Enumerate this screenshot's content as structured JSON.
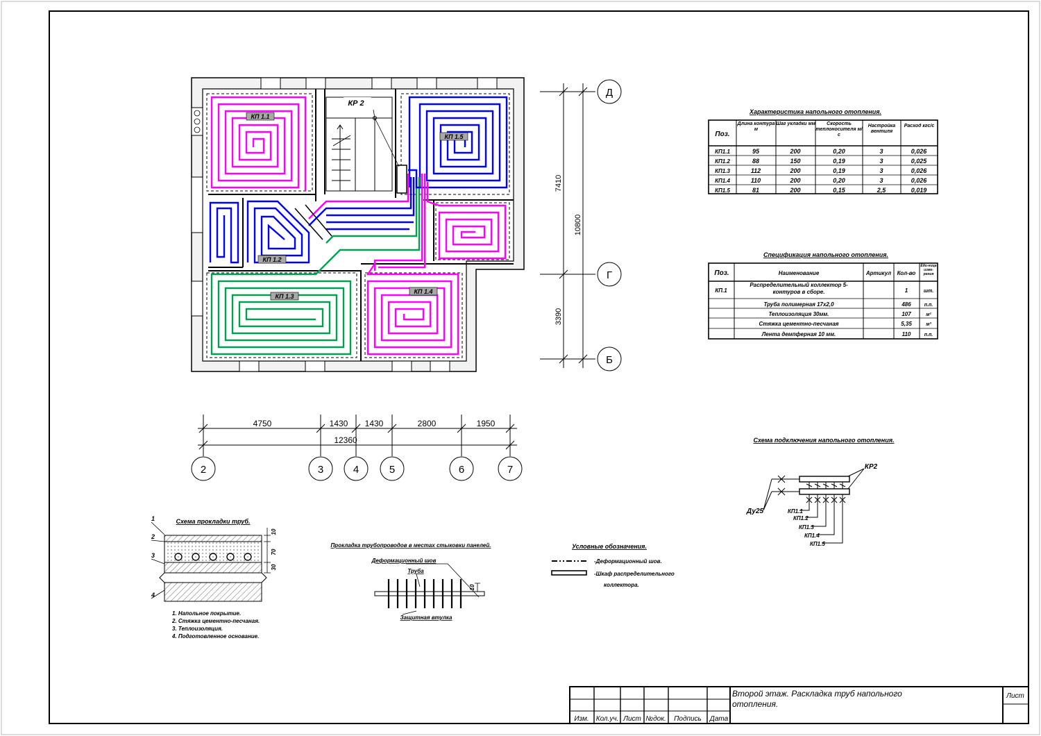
{
  "plan": {
    "loops": [
      {
        "id": "КП 1.1"
      },
      {
        "id": "КП 1.2"
      },
      {
        "id": "КП 1.3"
      },
      {
        "id": "КП 1.4"
      },
      {
        "id": "КП 1.5"
      }
    ],
    "collector": "КР 2",
    "colors": {
      "magenta": "#ff00ff",
      "blue": "#0000ff",
      "green": "#00a050"
    }
  },
  "axes": {
    "vertical": [
      "Д",
      "Г",
      "Б"
    ],
    "vertical_dims": [
      "7410",
      "10800",
      "3390"
    ],
    "horizontal": [
      "2",
      "3",
      "4",
      "5",
      "6",
      "7"
    ],
    "horizontal_dims": [
      "4750",
      "1430",
      "1430",
      "2800",
      "1950"
    ],
    "total": "12360"
  },
  "char_table": {
    "title": "Характеристика напольного отопления.",
    "headers": [
      "Поз.",
      "Длина контура м",
      "Шаг укладки мм",
      "Скорость теплоносителя м/с",
      "Настройка вентиля",
      "Расход кгс/с"
    ],
    "rows": [
      [
        "КП1.1",
        "95",
        "200",
        "0,20",
        "3",
        "0,026"
      ],
      [
        "КП1.2",
        "88",
        "150",
        "0,19",
        "3",
        "0,025"
      ],
      [
        "КП1.3",
        "112",
        "200",
        "0,19",
        "3",
        "0,026"
      ],
      [
        "КП1.4",
        "110",
        "200",
        "0,20",
        "3",
        "0,026"
      ],
      [
        "КП1.5",
        "81",
        "200",
        "0,15",
        "2,5",
        "0,019"
      ]
    ]
  },
  "spec_table": {
    "title": "Спецификация напольного отопления.",
    "headers": [
      "Поз.",
      "Наименование",
      "Артикул",
      "Кол-во",
      "Еди-ница изме-рения"
    ],
    "rows": [
      [
        "КП.1",
        "Распределительный коллектор 5-контуров в сборе.",
        "",
        "1",
        "шт."
      ],
      [
        "",
        "Труба полимерная 17х2,0",
        "",
        "486",
        "п.п."
      ],
      [
        "",
        "Теплоизоляция 30мм.",
        "",
        "107",
        "м²"
      ],
      [
        "",
        "Стяжка цементно-песчаная",
        "",
        "5,35",
        "м³"
      ],
      [
        "",
        "Лента демпферная 10 мм.",
        "",
        "110",
        "п.п."
      ]
    ]
  },
  "connection": {
    "title": "Схема подключения напольного отопления.",
    "collector": "КР2",
    "pipe": "Ду25",
    "loops": [
      "КП1.1",
      "КП1.2",
      "КП1.3",
      "КП1.4",
      "КП1.5"
    ]
  },
  "layers": {
    "title": "Схема прокладки труб.",
    "markers": [
      "1",
      "2",
      "3",
      "4"
    ],
    "dims": [
      "10",
      "70",
      "30"
    ],
    "notes": [
      "1. Напольное покрытие.",
      "2. Стяжка цементно-песчаная.",
      "3. Теплоизоляция.",
      "4. Подготовленное основание."
    ]
  },
  "joint": {
    "title": "Прокладка трубопроводов в местах стыковки панелей.",
    "joint_label": "Деформационный шов",
    "pipe_label": "Труба",
    "sleeve_label": "Защитная втулка",
    "dim": "10"
  },
  "legend": {
    "title": "Условные обозначения.",
    "items": [
      "-Деформационный шов.",
      "-Шкаф распределительного",
      "коллектора."
    ]
  },
  "stamp": {
    "cols": [
      "Изм.",
      "Кол.уч.",
      "Лист",
      "№док.",
      "Подпись",
      "Дата"
    ],
    "title_line1": "Второй этаж. Раскладка труб напольного",
    "title_line2": "отопления.",
    "sheet": "Лист"
  }
}
